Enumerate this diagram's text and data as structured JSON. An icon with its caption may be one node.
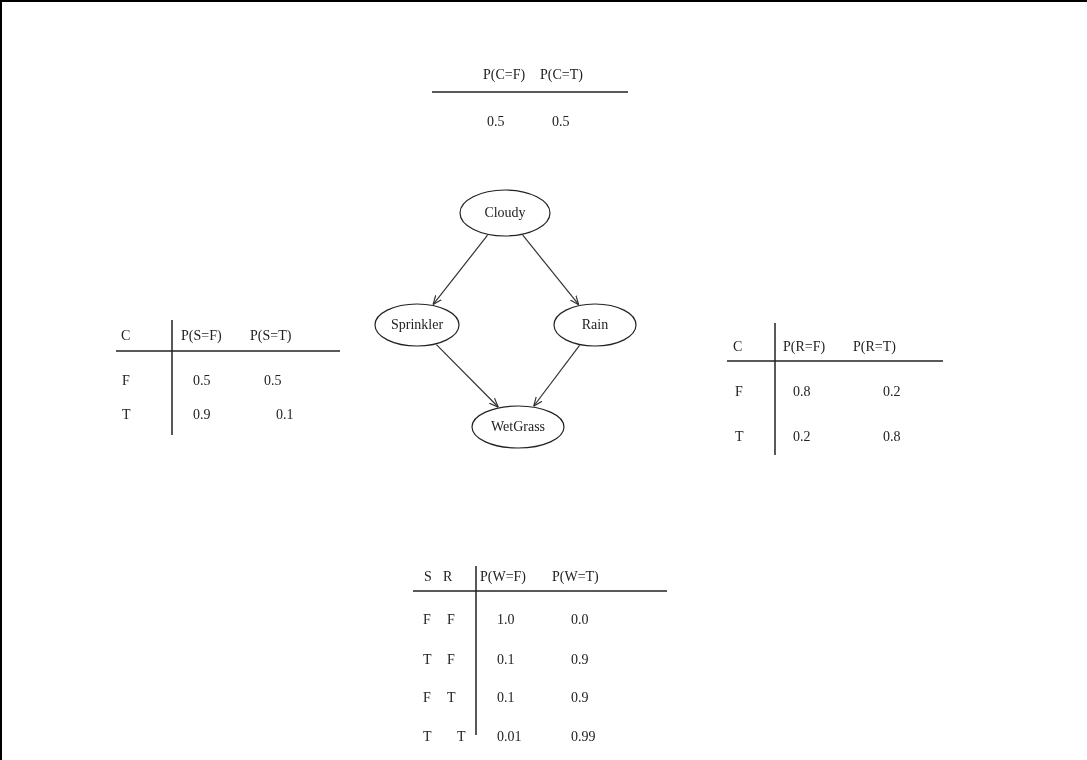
{
  "diagram": {
    "nodes": [
      {
        "text": [
          "Cloudy"
        ]
      },
      {
        "text": [
          "Sprinkler"
        ]
      },
      {
        "text": [
          "Rain"
        ]
      },
      {
        "text": [
          "WetGrass"
        ]
      }
    ],
    "edges": [
      {
        "from": 0,
        "to": 1,
        "arrow": "to"
      },
      {
        "from": 0,
        "to": 2,
        "arrow": "to"
      },
      {
        "from": 1,
        "to": 3,
        "arrow": "to"
      },
      {
        "from": 2,
        "to": 3,
        "arrow": "to"
      }
    ],
    "labels": [
      "P(C=F)",
      "P(C=T)",
      "0.5",
      "0.5",
      "C",
      "P(S=F)",
      "P(S=T)",
      "F",
      "0.5",
      "0.5",
      "T",
      "0.9",
      "0.1",
      "C",
      "P(R=F)",
      "P(R=T)",
      "F",
      "0.8",
      "0.2",
      "T",
      "0.2",
      "0.8",
      "S",
      "R",
      "P(W=F)",
      "P(W=T)",
      "F",
      "F",
      "1.0",
      "0.0",
      "T",
      "F",
      "0.1",
      "0.9",
      "F",
      "T",
      "0.1",
      "0.9",
      "T",
      "T",
      "0.01",
      "0.99"
    ]
  }
}
